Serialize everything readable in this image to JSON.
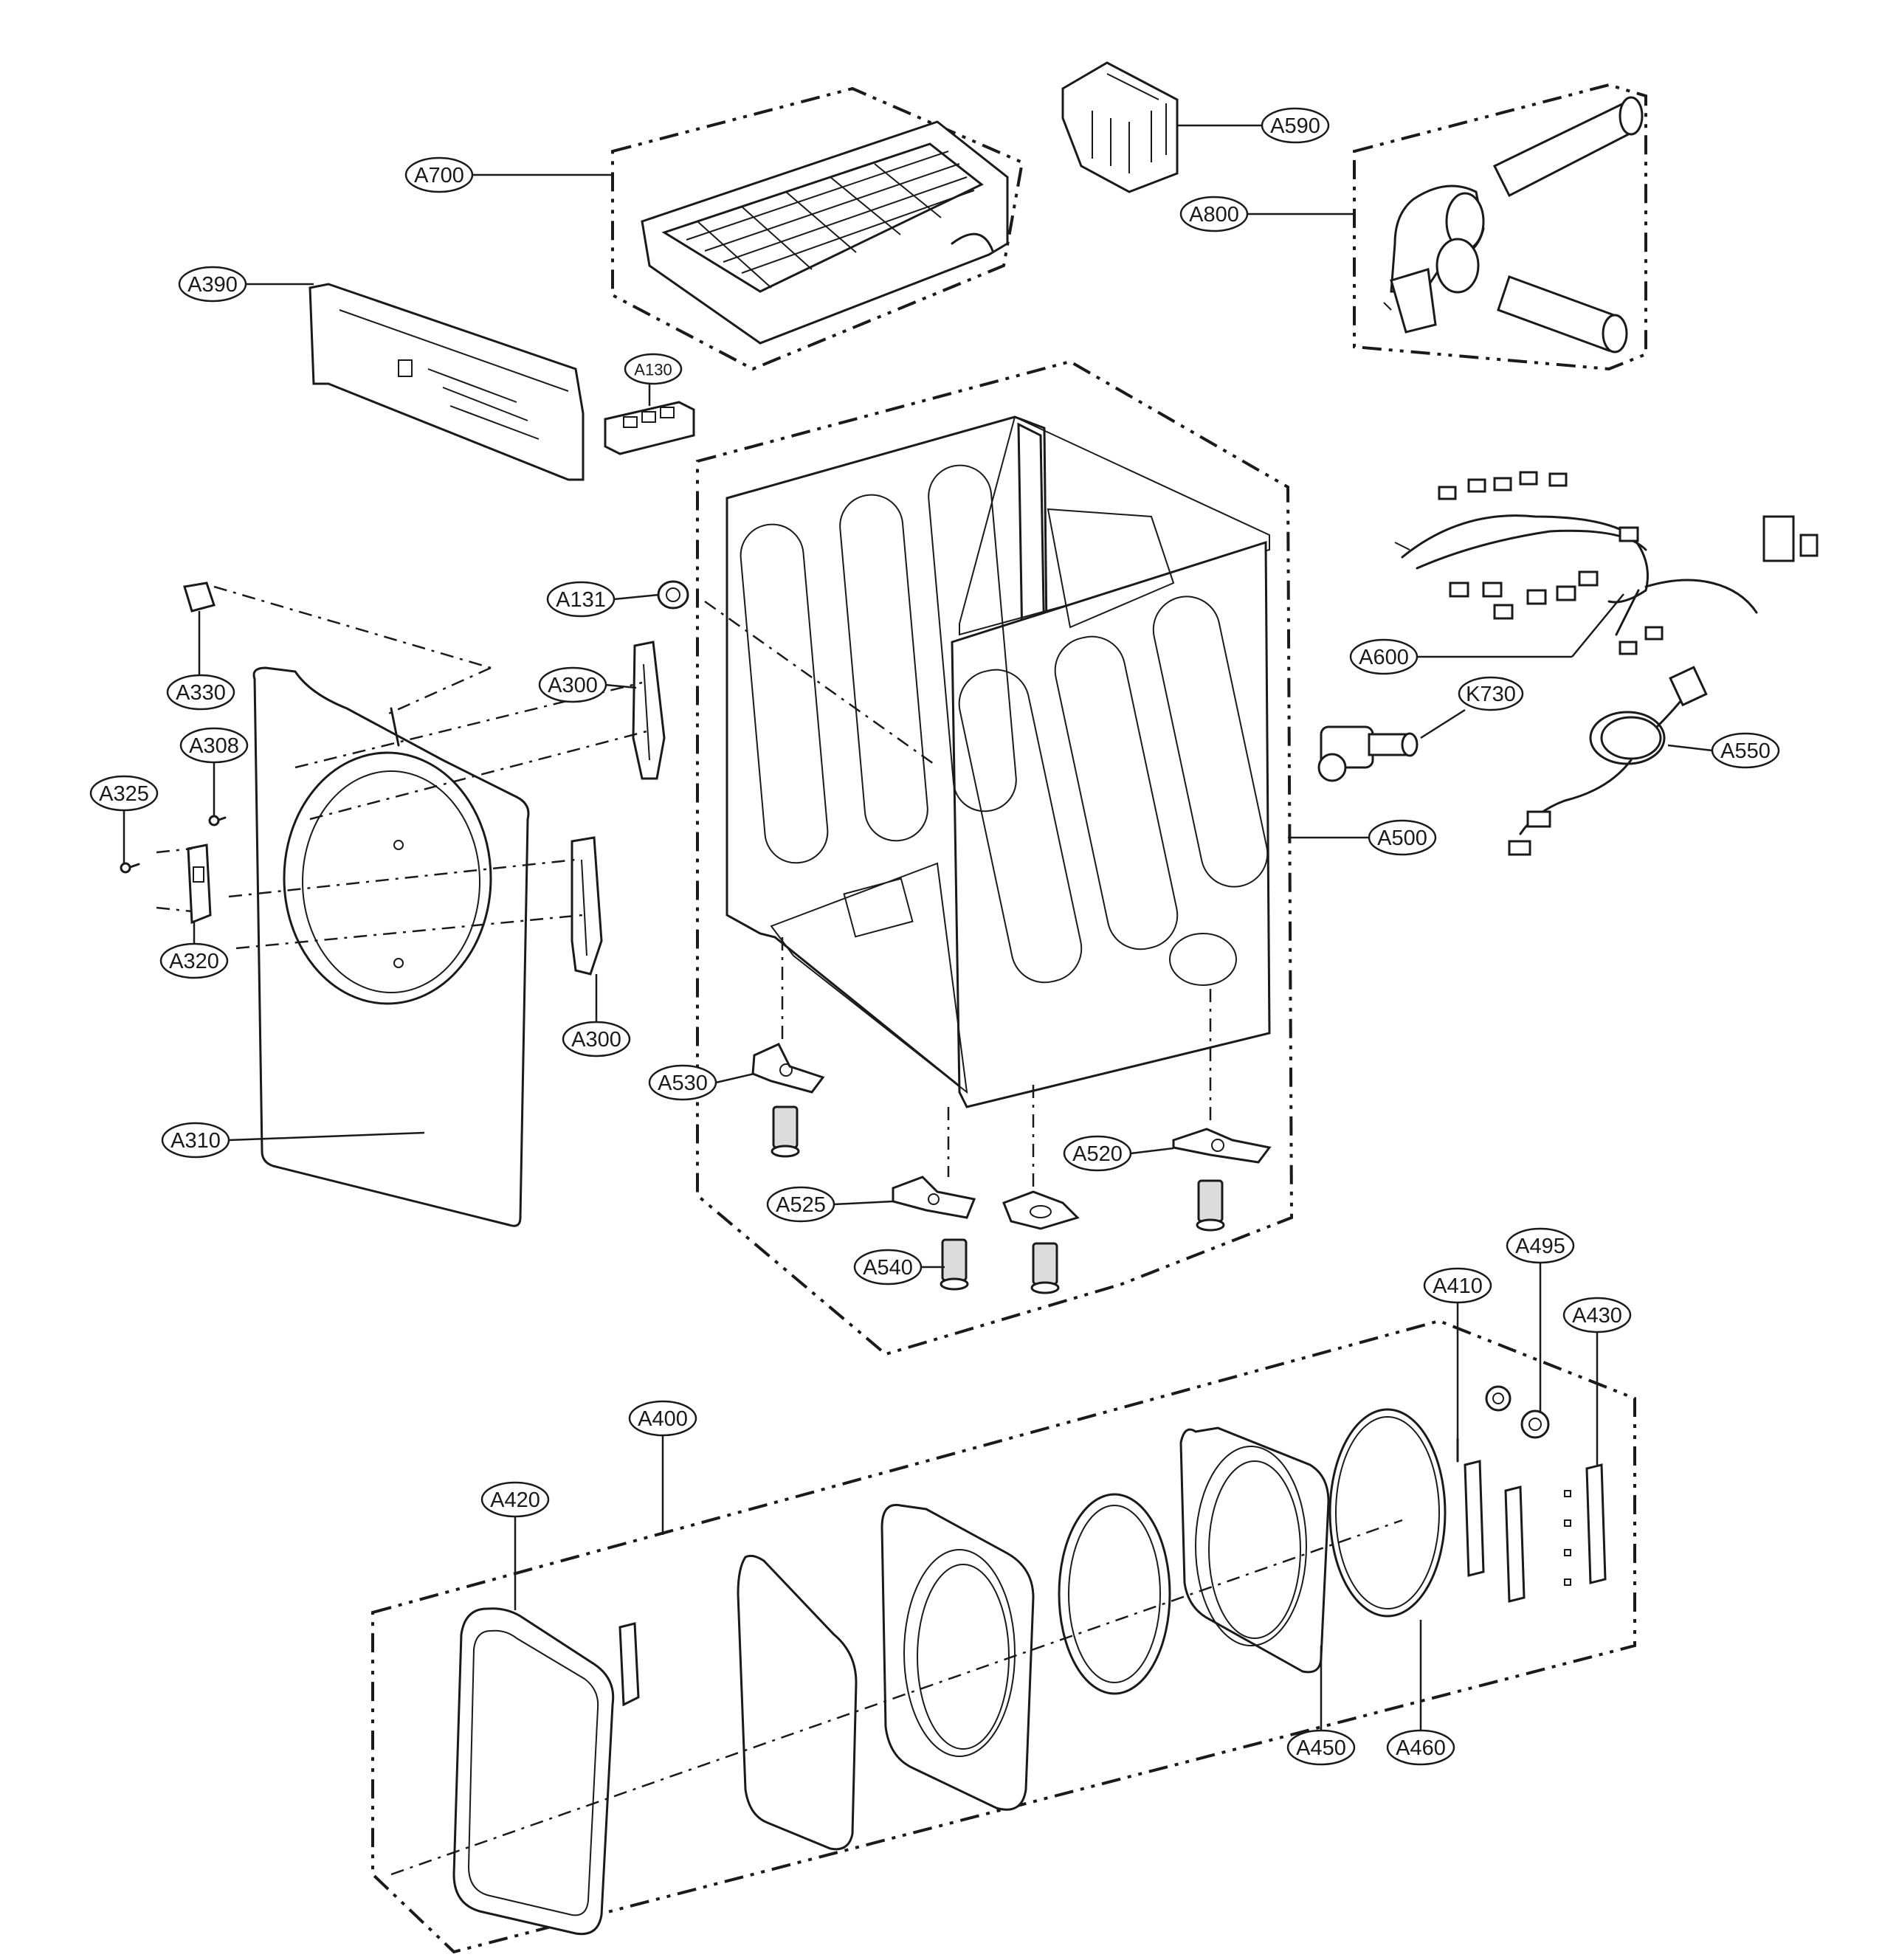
{
  "labels": {
    "A700": "A700",
    "A590": "A590",
    "A800": "A800",
    "A390": "A390",
    "A130": "A130",
    "A131": "A131",
    "A330": "A330",
    "A300_upper": "A300",
    "A300_lower": "A300",
    "A308": "A308",
    "A325": "A325",
    "A320": "A320",
    "A310": "A310",
    "A530": "A530",
    "A525": "A525",
    "A540": "A540",
    "A520": "A520",
    "A500": "A500",
    "A600": "A600",
    "K730": "K730",
    "A550": "A550",
    "A410": "A410",
    "A495": "A495",
    "A430": "A430",
    "A400": "A400",
    "A420": "A420",
    "A450": "A450",
    "A460": "A460"
  }
}
